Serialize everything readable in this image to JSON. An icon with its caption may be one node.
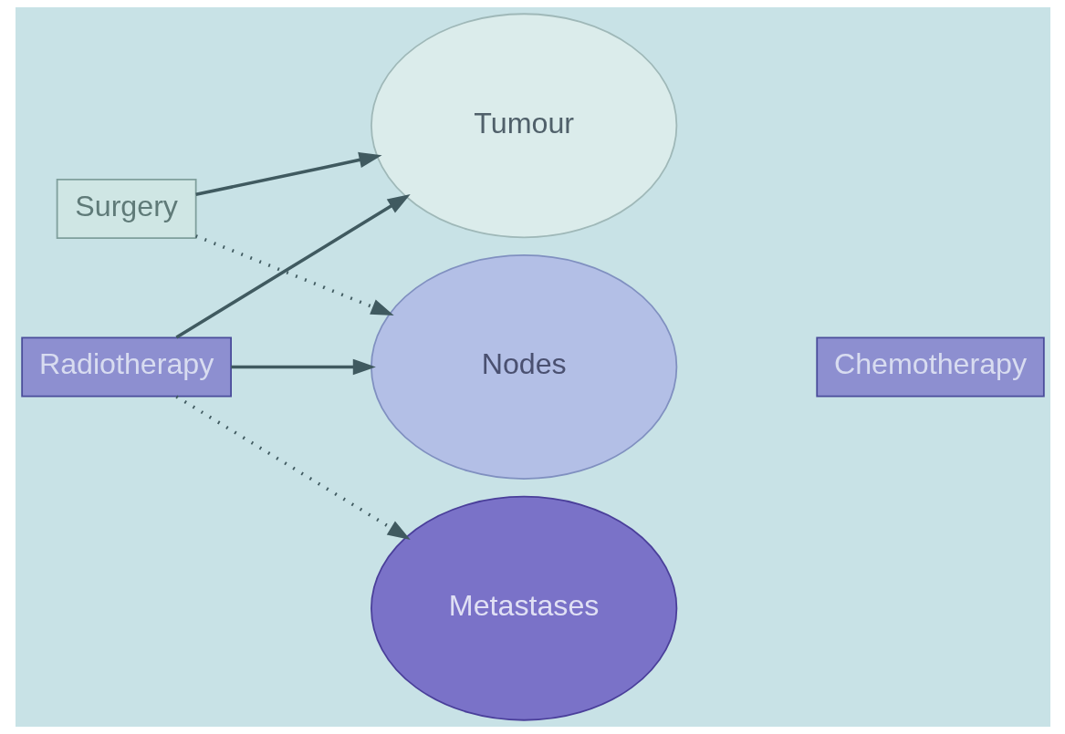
{
  "diagram": {
    "nodes": [
      {
        "text": [
          "Surgery"
        ]
      },
      {
        "text": [
          "Radiotherapy"
        ]
      },
      {
        "text": [
          "Tumour"
        ]
      },
      {
        "text": [
          "Nodes"
        ]
      },
      {
        "text": [
          "Metastases"
        ]
      },
      {
        "text": [
          "Chemotherapy"
        ]
      }
    ],
    "edges": [
      {
        "from": 0,
        "to": 2,
        "arrow": "to"
      },
      {
        "from": 0,
        "to": 3,
        "arrow": "to",
        "style": "dashed"
      },
      {
        "from": 1,
        "to": 2,
        "arrow": "to"
      },
      {
        "from": 1,
        "to": 3,
        "arrow": "to"
      },
      {
        "from": 1,
        "to": 4,
        "arrow": "to",
        "style": "dashed"
      }
    ]
  }
}
